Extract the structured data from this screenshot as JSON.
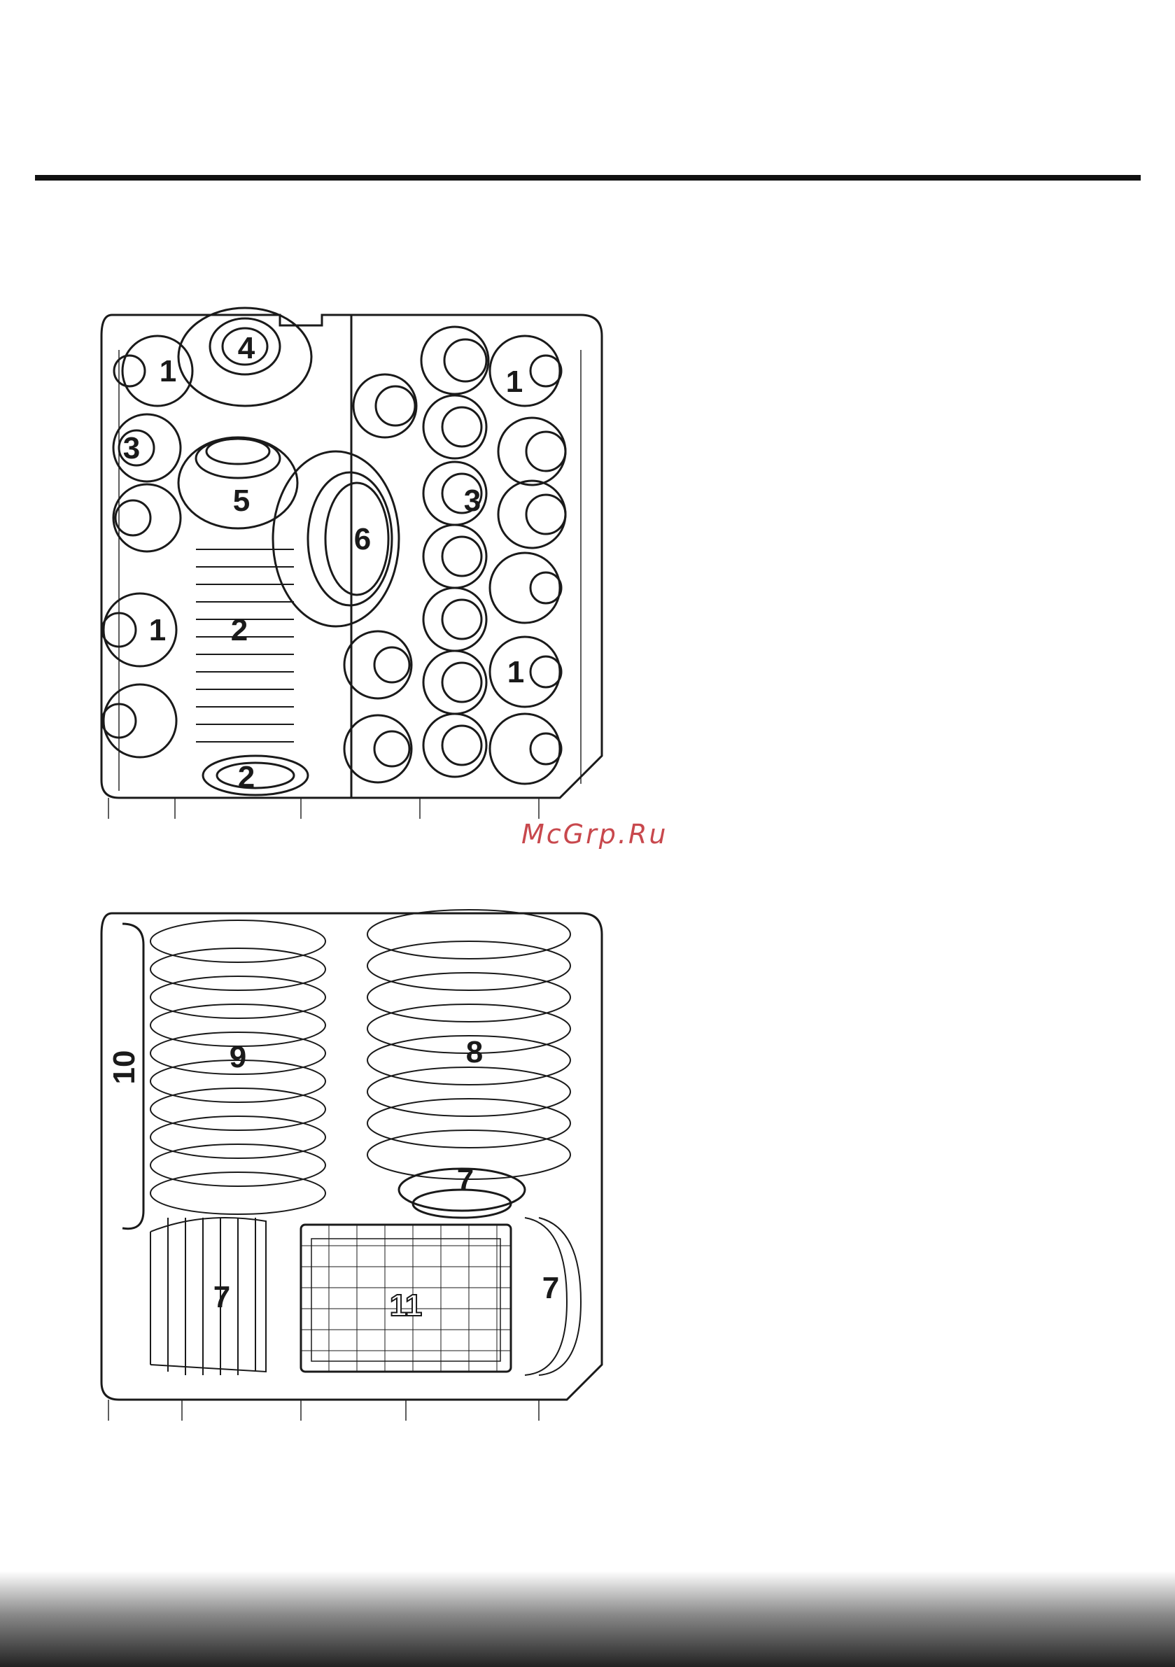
{
  "watermark": "McGrp.Ru",
  "upper_rack": {
    "callouts": [
      "1",
      "4",
      "1",
      "3",
      "5",
      "3",
      "6",
      "1",
      "2",
      "1",
      "2"
    ]
  },
  "lower_rack": {
    "callouts": [
      "10",
      "9",
      "8",
      "7",
      "7",
      "11",
      "7"
    ]
  },
  "colors": {
    "rule": "#111111",
    "watermark": "#c8484d",
    "line": "#1a1a1a"
  }
}
